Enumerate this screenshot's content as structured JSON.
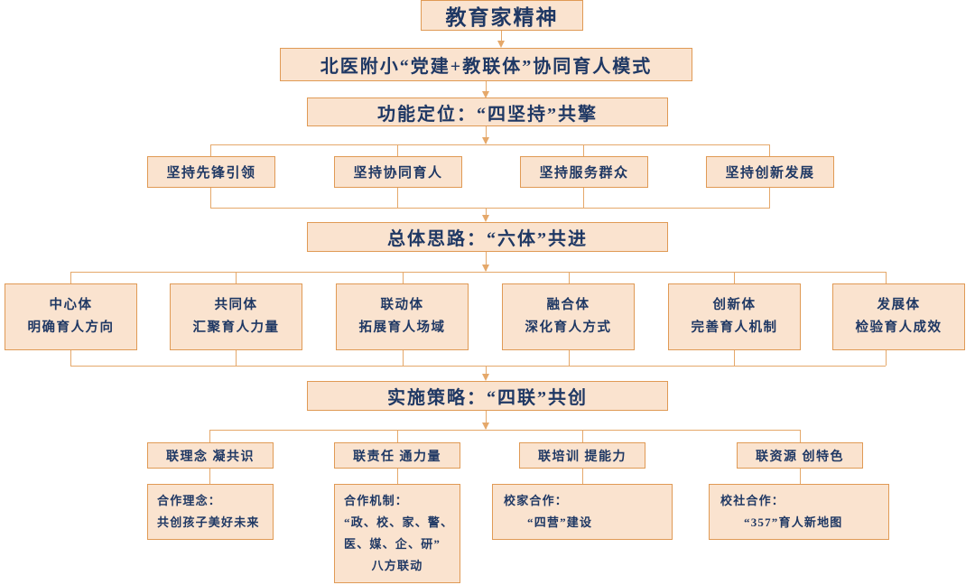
{
  "theme": {
    "box_fill": "#fae3cf",
    "box_border": "#e09a55",
    "text_color": "#1f3864",
    "connector_color": "#e5a86a",
    "background": "#ffffff"
  },
  "chart_data": {
    "type": "diagram",
    "title": "北医附小“党建+教联体”协同育人模式",
    "orientation": "top-down tree"
  },
  "diagram": {
    "root": "教育家精神",
    "model_title": "北医附小“党建+教联体”协同育人模式",
    "section1": {
      "header": "功能定位：“四坚持”共擎",
      "items": [
        "坚持先锋引领",
        "坚持协同育人",
        "坚持服务群众",
        "坚持创新发展"
      ]
    },
    "section2": {
      "header": "总体思路：“六体”共进",
      "items": [
        {
          "name": "中心体",
          "desc": "明确育人方向"
        },
        {
          "name": "共同体",
          "desc": "汇聚育人力量"
        },
        {
          "name": "联动体",
          "desc": "拓展育人场域"
        },
        {
          "name": "融合体",
          "desc": "深化育人方式"
        },
        {
          "name": "创新体",
          "desc": "完善育人机制"
        },
        {
          "name": "发展体",
          "desc": "检验育人成效"
        }
      ]
    },
    "section3": {
      "header": "实施策略：“四联”共创",
      "items": [
        {
          "title": "联理念 凝共识",
          "lines": [
            "合作理念：",
            "共创孩子美好未来"
          ]
        },
        {
          "title": "联责任 通力量",
          "lines": [
            "合作机制：",
            "“政、校、家、警、",
            "医、媒、企、研”",
            "八方联动"
          ]
        },
        {
          "title": "联培训 提能力",
          "lines": [
            "校家合作：",
            "“四营”建设"
          ]
        },
        {
          "title": "联资源 创特色",
          "lines": [
            "校社合作：",
            "“357”育人新地图"
          ]
        }
      ]
    }
  }
}
